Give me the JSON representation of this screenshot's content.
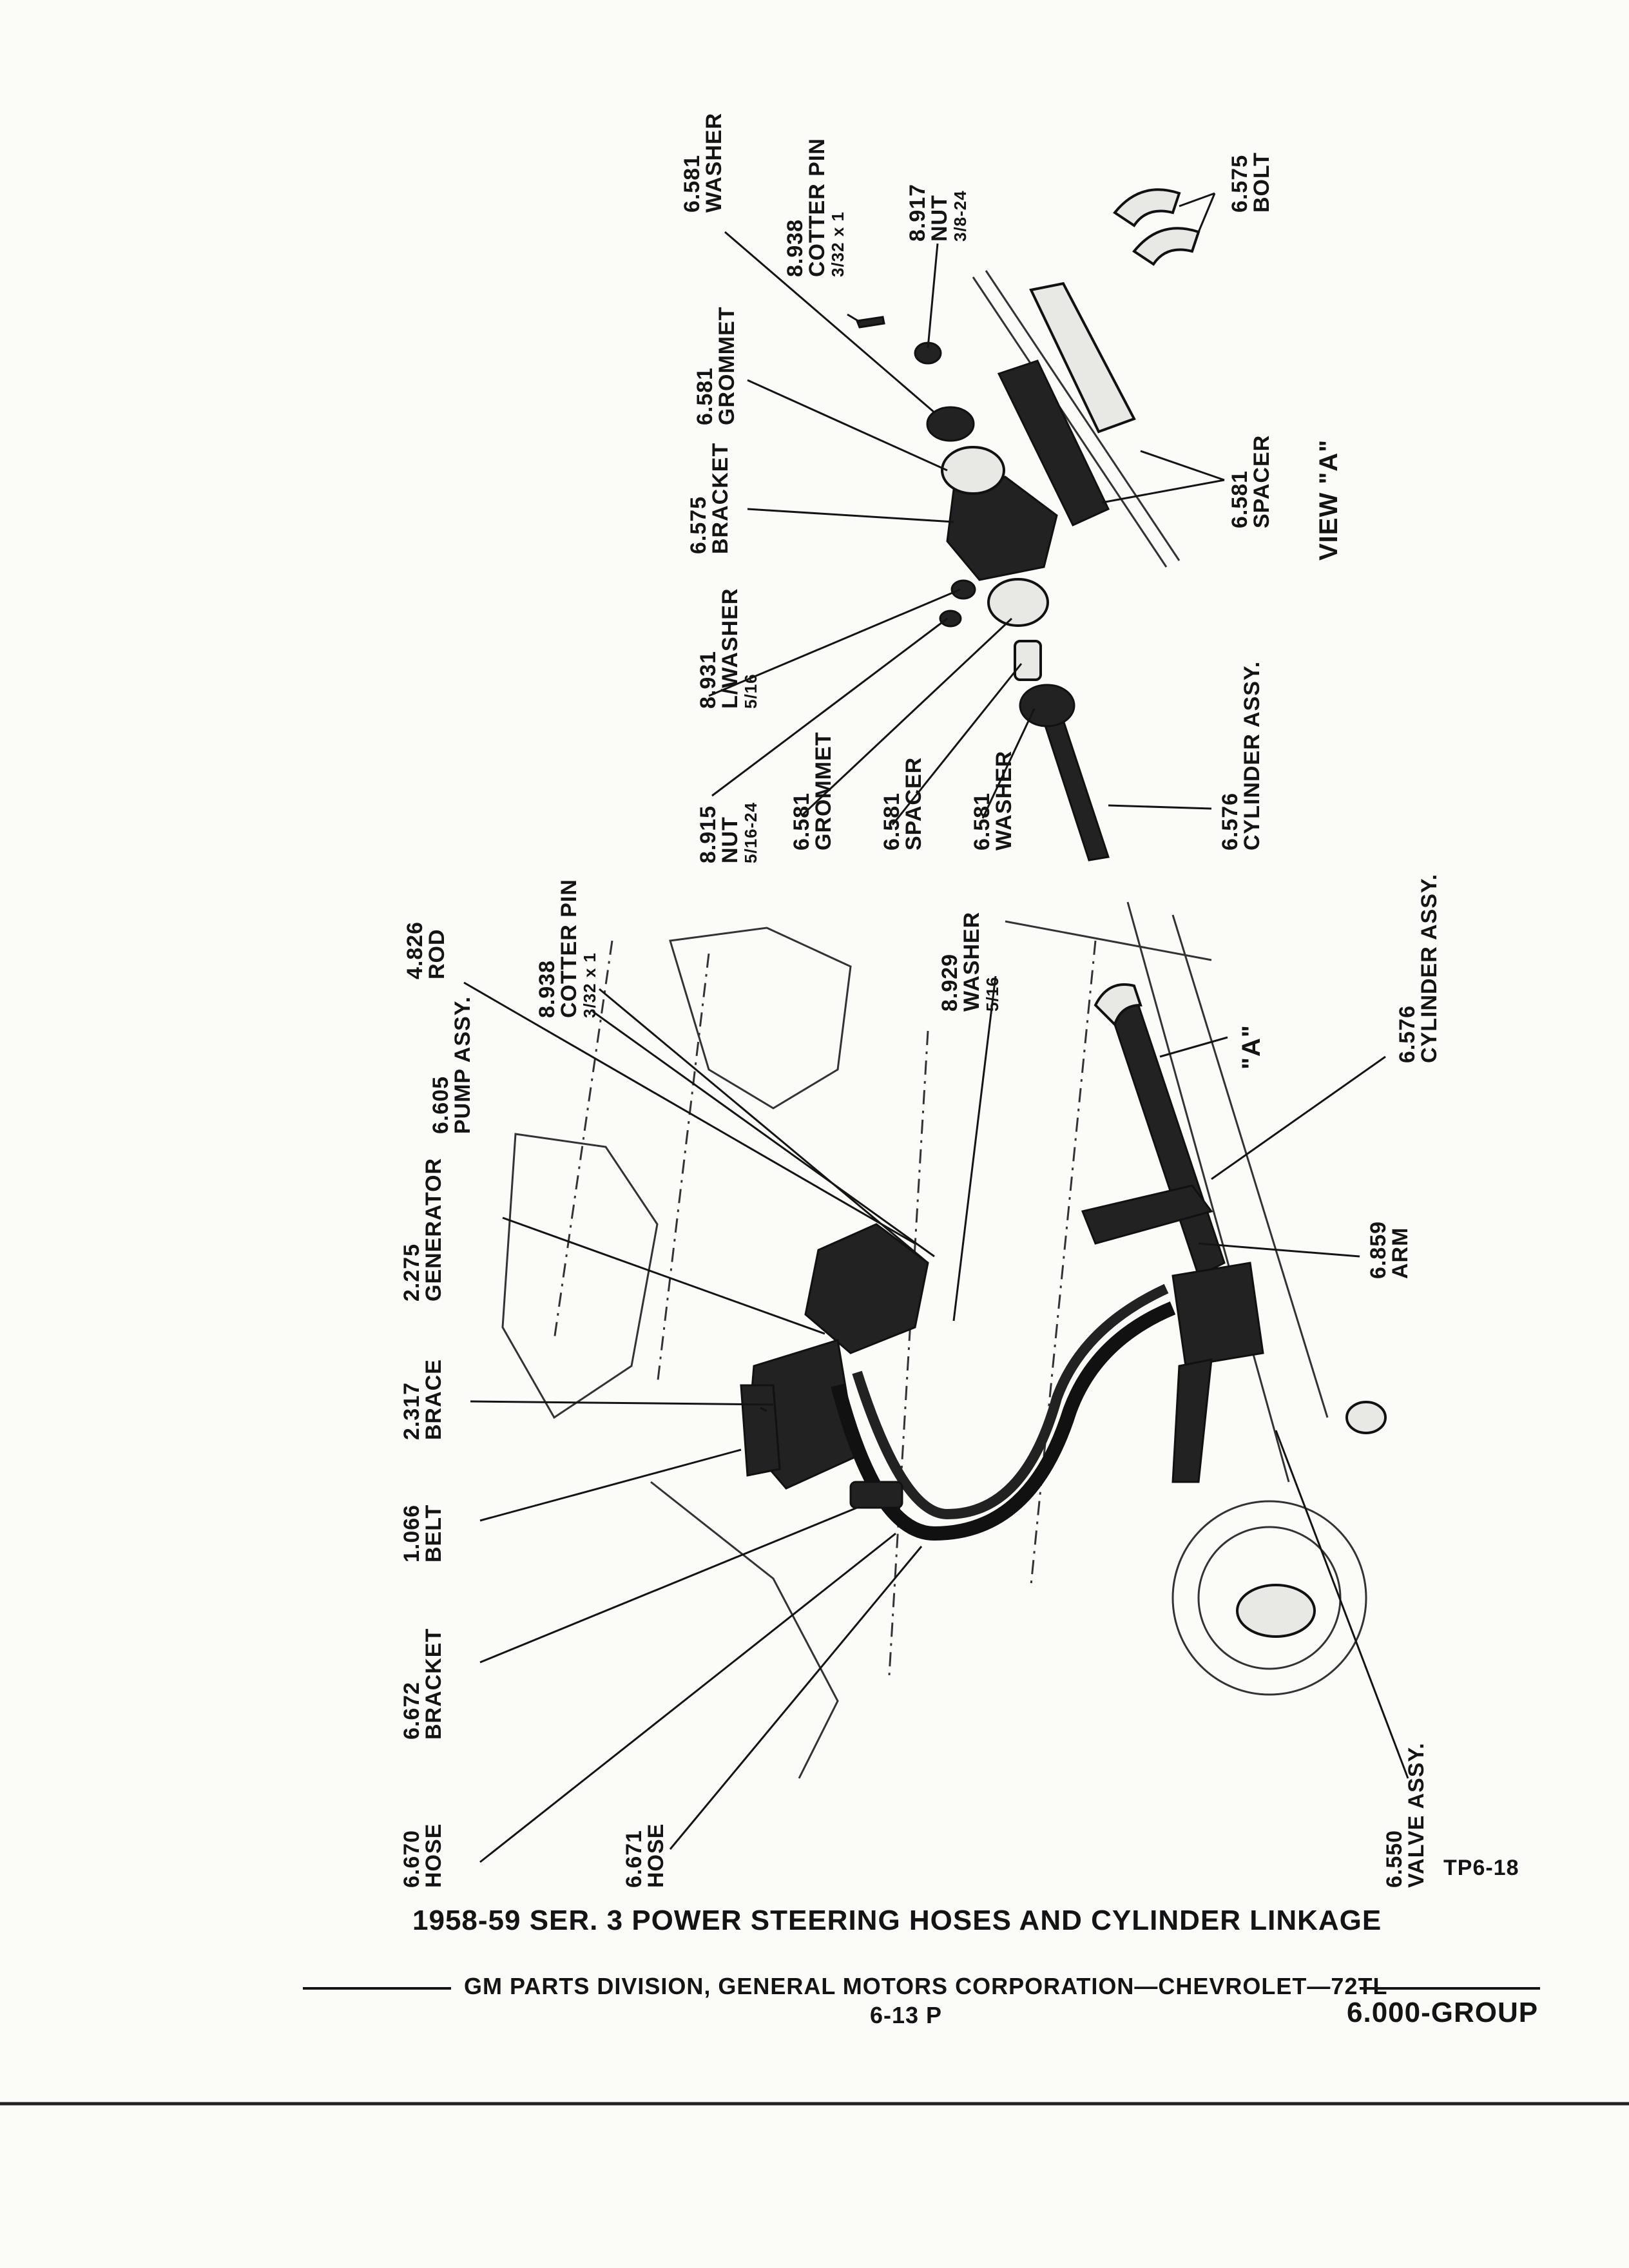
{
  "figure_id": "TP6-18",
  "title": "1958-59 SER. 3 POWER STEERING HOSES AND CYLINDER LINKAGE",
  "footer": {
    "publisher": "GM PARTS DIVISION, GENERAL MOTORS CORPORATION—CHEVROLET—72TL",
    "page": "6-13 P",
    "group": "6.000-GROUP"
  },
  "view_a": {
    "title": "VIEW \"A\"",
    "callout": "\"A\""
  },
  "parts": {
    "washer_top": {
      "num": "6.581",
      "name": "WASHER"
    },
    "cotter_top": {
      "num": "8.938",
      "name": "COTTER PIN",
      "size": "3/32 x 1"
    },
    "nut_top": {
      "num": "8.917",
      "name": "NUT",
      "size": "3/8-24"
    },
    "bolt": {
      "num": "6.575",
      "name": "BOLT"
    },
    "grommet_top": {
      "num": "6.581",
      "name": "GROMMET"
    },
    "bracket_view": {
      "num": "6.575",
      "name": "BRACKET"
    },
    "spacer_view": {
      "num": "6.581",
      "name": "SPACER"
    },
    "lwasher": {
      "num": "8.931",
      "name": "L/WASHER",
      "size": "5/16"
    },
    "nut_516": {
      "num": "8.915",
      "name": "NUT",
      "size": "5/16-24"
    },
    "grommet_low": {
      "num": "6.581",
      "name": "GROMMET"
    },
    "spacer_low": {
      "num": "6.581",
      "name": "SPACER"
    },
    "washer_low": {
      "num": "6.581",
      "name": "WASHER"
    },
    "cyl_view": {
      "num": "6.576",
      "name": "CYLINDER ASSY."
    },
    "rod": {
      "num": "4.826",
      "name": "ROD"
    },
    "cotter_main": {
      "num": "8.938",
      "name": "COTTER PIN",
      "size": "3/32 x 1"
    },
    "washer_main": {
      "num": "8.929",
      "name": "WASHER",
      "size": "5/16"
    },
    "pump": {
      "num": "6.605",
      "name": "PUMP ASSY."
    },
    "generator": {
      "num": "2.275",
      "name": "GENERATOR"
    },
    "brace": {
      "num": "2.317",
      "name": "BRACE"
    },
    "belt": {
      "num": "1.066",
      "name": "BELT"
    },
    "bracket_main": {
      "num": "6.672",
      "name": "BRACKET"
    },
    "hose_670": {
      "num": "6.670",
      "name": "HOSE"
    },
    "hose_671": {
      "num": "6.671",
      "name": "HOSE"
    },
    "cyl_main": {
      "num": "6.576",
      "name": "CYLINDER ASSY."
    },
    "arm": {
      "num": "6.859",
      "name": "ARM"
    },
    "valve": {
      "num": "6.550",
      "name": "VALVE ASSY."
    }
  }
}
